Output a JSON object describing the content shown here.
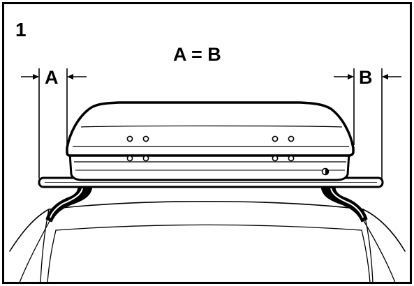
{
  "figure": {
    "step_number": "1",
    "equation": "A = B",
    "label_a": "A",
    "label_b": "B"
  },
  "colors": {
    "ink": "#000000",
    "paper": "#ffffff"
  }
}
